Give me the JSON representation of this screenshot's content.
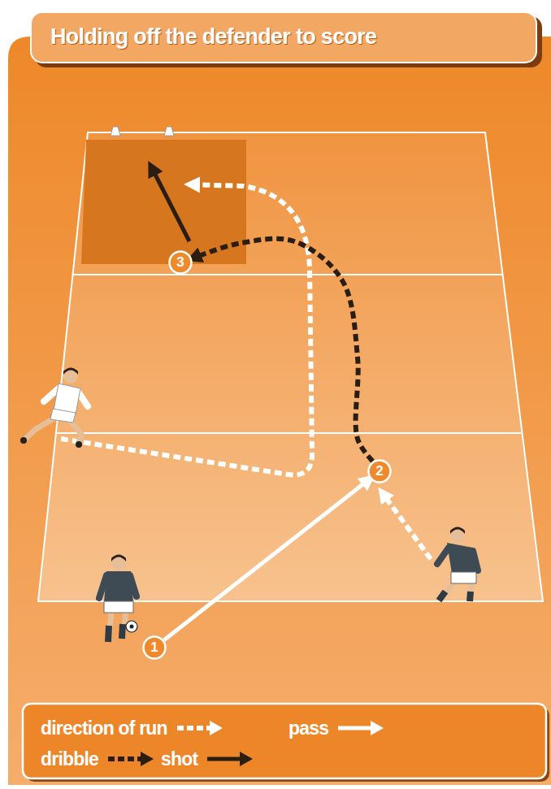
{
  "diagram": {
    "title": "Holding off the defender to score",
    "nodes": [
      {
        "text": [
          "1"
        ]
      },
      {
        "text": [
          "2"
        ]
      },
      {
        "text": [
          "3"
        ]
      }
    ],
    "edges": [
      {
        "from": 0,
        "to": 1,
        "arrow": "to"
      },
      {
        "from": 1,
        "to": 2,
        "arrow": "to"
      }
    ],
    "legend": [
      {
        "text": "direction of run"
      },
      {
        "text": "pass"
      },
      {
        "text": "dribble"
      },
      {
        "text": "shot"
      }
    ]
  }
}
